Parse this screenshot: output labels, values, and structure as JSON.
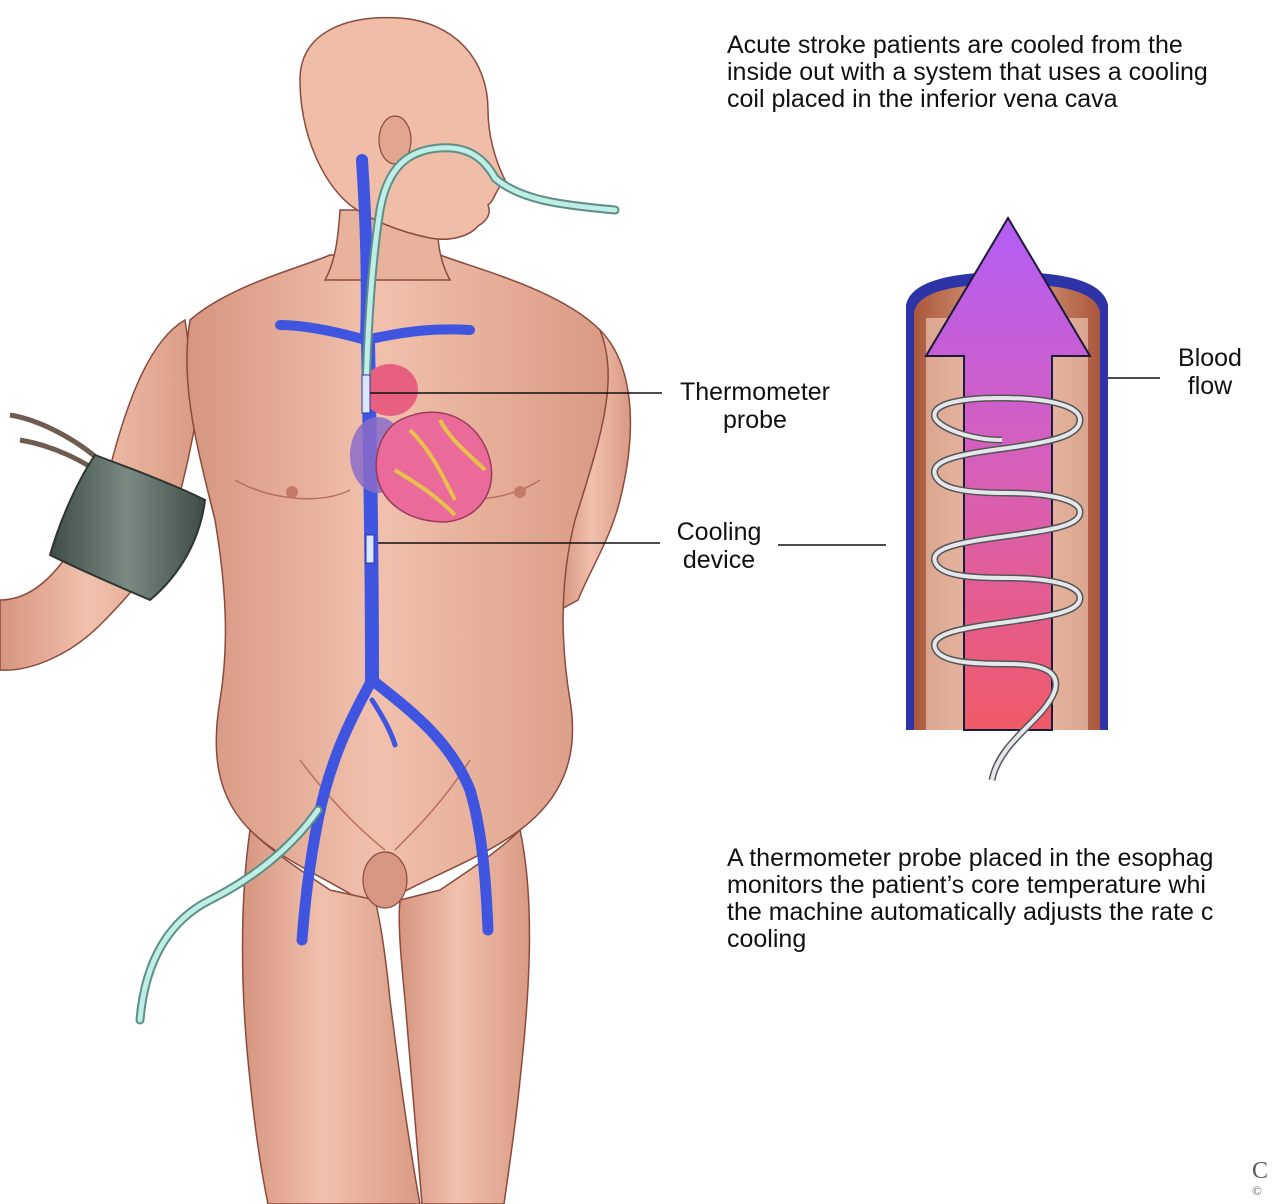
{
  "captions": {
    "top": [
      "Acute stroke patients are cooled from the",
      "inside out with a system that uses a cooling",
      "coil placed in the inferior vena cava"
    ],
    "bottom": [
      "A thermometer probe placed in the esophag",
      "monitors the patient’s core temperature whi",
      "the machine automatically adjusts the rate c",
      "cooling"
    ]
  },
  "labels": {
    "thermometer_probe": [
      "Thermometer",
      "probe"
    ],
    "cooling_device": [
      "Cooling",
      "device"
    ],
    "blood_flow": [
      "Blood",
      "flow"
    ]
  },
  "corner_mark": [
    "C",
    "©"
  ],
  "colors": {
    "skin": "#eab29d",
    "skin_outline": "#8a4a3c",
    "vein": "#3f55e0",
    "tubing": "#9fdcd2",
    "heart": "#ea6a9a",
    "heart_fat": "#e8c14a",
    "cuff": "#56665f",
    "arrow_top": "#b25cf2",
    "arrow_bottom": "#ec5a72",
    "vessel_wall": "#c77b57",
    "vessel_edge": "#2e33a8",
    "coil": "#dde1e6"
  }
}
